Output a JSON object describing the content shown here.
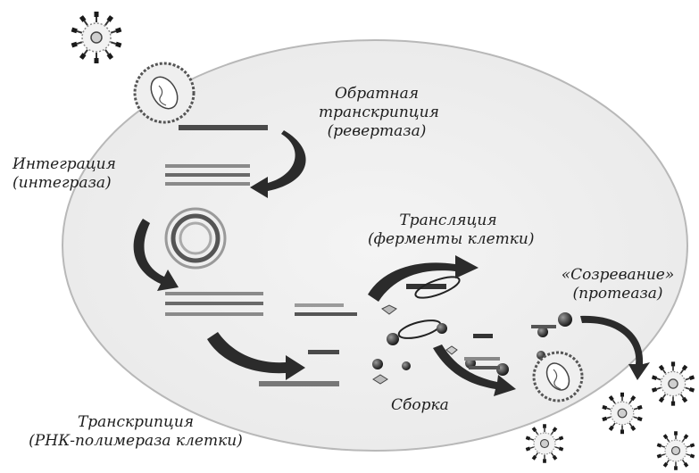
{
  "labels": {
    "reverse_transcription": {
      "line1": "Обратная",
      "line2": "транскрипция",
      "line3": "(ревертаза)"
    },
    "integration": {
      "line1": "Интеграция",
      "line2": "(интеграза)"
    },
    "translation": {
      "line1": "Трансляция",
      "line2": "(ферменты клетки)"
    },
    "maturation": {
      "line1": "«Созревание»",
      "line2": "(протеаза)"
    },
    "assembly": "Сборка",
    "transcription": {
      "line1": "Транскрипция",
      "line2": "(РНК-полимераза клетки)"
    }
  },
  "colors": {
    "arrow": "#2b2b2b",
    "strand_dark": "#4a4a4a",
    "strand_light": "#8a8a8a",
    "cell_outline": "#b8b8b8",
    "virus_spike": "#222222"
  }
}
